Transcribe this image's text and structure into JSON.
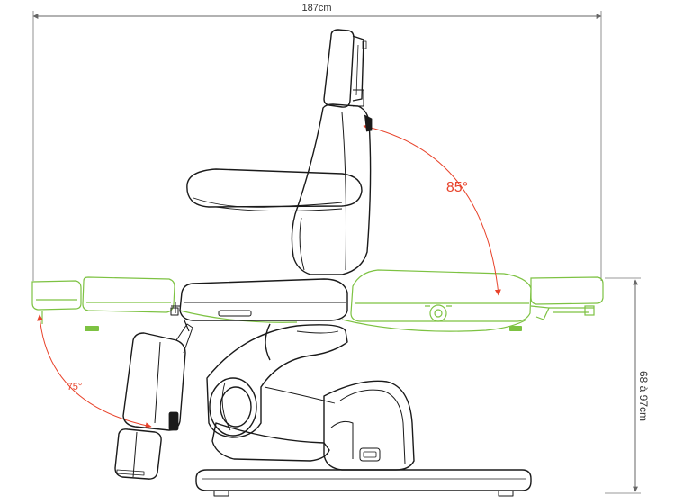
{
  "dimensions": {
    "length": "187cm",
    "height": "68 à 97cm"
  },
  "angles": {
    "backrest": "85°",
    "leg_rest": "75°"
  },
  "colors": {
    "outline": "#1a1a1a",
    "flat_position": "#7dc242",
    "dimension_line": "#666666",
    "angle_arc": "#e8432b",
    "angle_text": "#e8432b"
  }
}
